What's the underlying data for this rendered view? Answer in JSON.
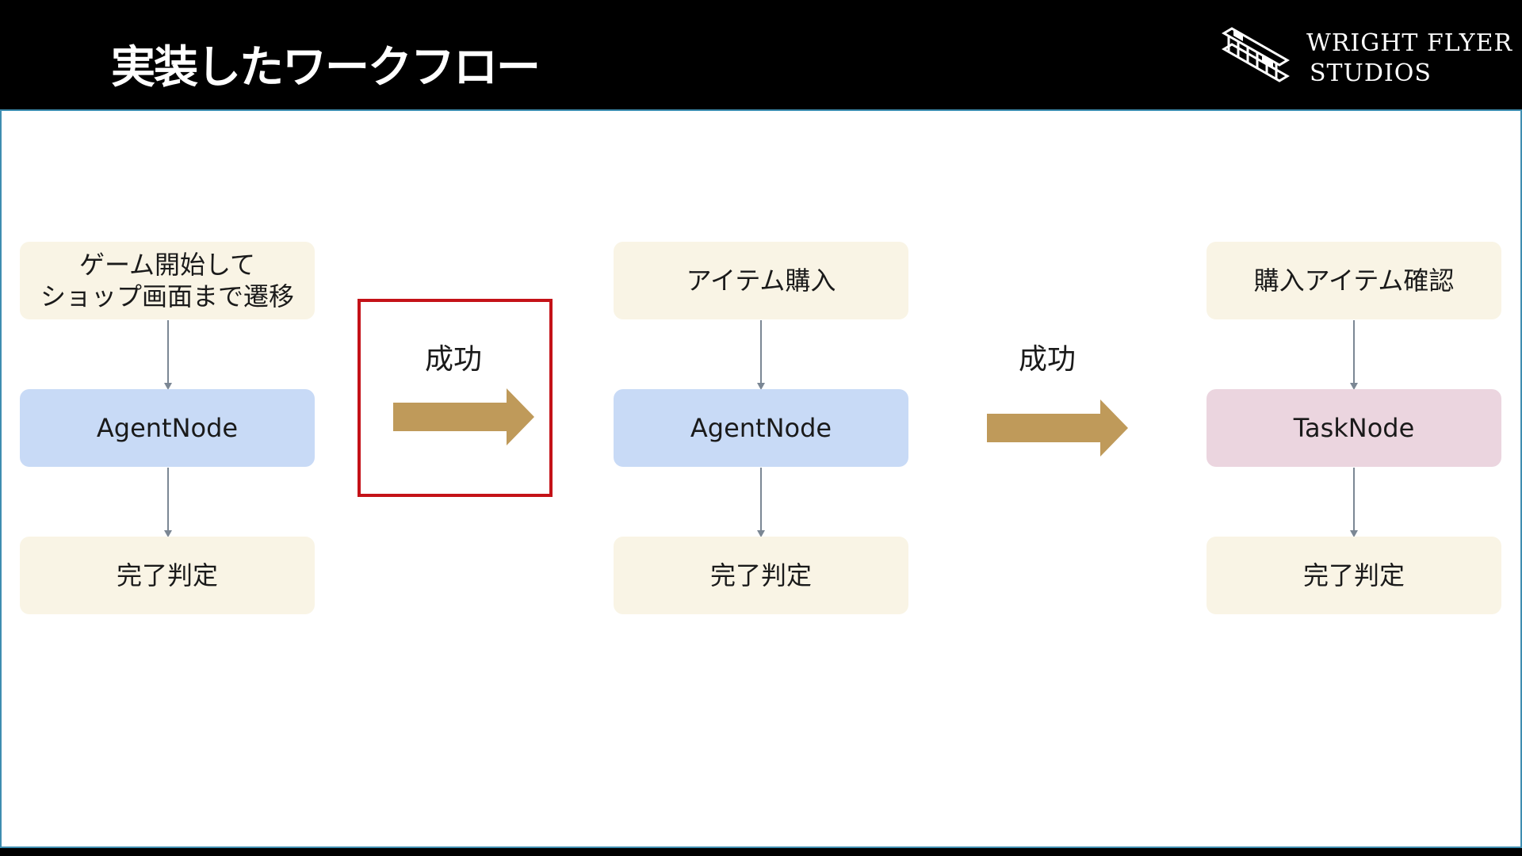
{
  "header": {
    "title": "実装したワークフロー",
    "logo_line1": "WRIGHT FLYER",
    "logo_line2": "STUDIOS"
  },
  "colors": {
    "arrow": "#bf9a5a",
    "highlight_border": "#c41218",
    "cream_box": "#f9f4e5",
    "agent_box": "#c8daf6",
    "task_box": "#ebd5df",
    "connector": "#7b8794"
  },
  "columns": [
    {
      "step": "ゲーム開始して\nショップ画面まで遷移",
      "node": "AgentNode",
      "check": "完了判定"
    },
    {
      "step": "アイテム購入",
      "node": "AgentNode",
      "check": "完了判定"
    },
    {
      "step": "購入アイテム確認",
      "node": "TaskNode",
      "check": "完了判定"
    }
  ],
  "transitions": [
    {
      "label": "成功",
      "highlighted": true
    },
    {
      "label": "成功",
      "highlighted": false
    }
  ]
}
